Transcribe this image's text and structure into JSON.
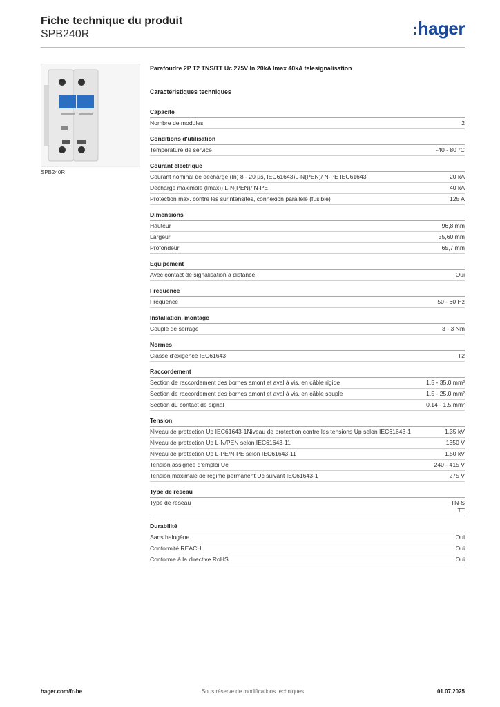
{
  "header": {
    "title": "Fiche technique du produit",
    "reference": "SPB240R",
    "logo": "hager"
  },
  "image_caption": "SPB240R",
  "product_description": "Parafoudre 2P T2 TNS/TT Uc 275V In 20kA Imax 40kA telesignalisation",
  "tech_heading": "Caractéristiques techniques",
  "sections": [
    {
      "title": "Capacité",
      "rows": [
        {
          "label": "Nombre de modules",
          "value": "2"
        }
      ]
    },
    {
      "title": "Conditions d'utilisation",
      "rows": [
        {
          "label": "Température de service",
          "value": "-40 - 80 °C"
        }
      ]
    },
    {
      "title": "Courant électrique",
      "rows": [
        {
          "label": "Courant nominal de décharge (In) 8 - 20 µs, IEC61643)L-N(PEN)/ N-PE IEC61643",
          "value": "20 kA"
        },
        {
          "label": "Décharge maximale (Imax)) L-N(PEN)/ N-PE",
          "value": "40 kA"
        },
        {
          "label": "Protection max. contre les surintensités, connexion parallèle (fusible)",
          "value": "125 A"
        }
      ]
    },
    {
      "title": "Dimensions",
      "rows": [
        {
          "label": "Hauteur",
          "value": "96,8 mm"
        },
        {
          "label": "Largeur",
          "value": "35,60 mm"
        },
        {
          "label": "Profondeur",
          "value": "65,7 mm"
        }
      ]
    },
    {
      "title": "Equipement",
      "rows": [
        {
          "label": "Avec contact de signalisation à distance",
          "value": "Oui"
        }
      ]
    },
    {
      "title": "Fréquence",
      "rows": [
        {
          "label": "Fréquence",
          "value": "50 - 60 Hz"
        }
      ]
    },
    {
      "title": "Installation, montage",
      "rows": [
        {
          "label": "Couple de serrage",
          "value": "3 - 3 Nm"
        }
      ]
    },
    {
      "title": "Normes",
      "rows": [
        {
          "label": "Classe d'exigence IEC61643",
          "value": "T2"
        }
      ]
    },
    {
      "title": "Raccordement",
      "rows": [
        {
          "label": "Section de raccordement des bornes amont et aval à vis, en câble rigide",
          "value": "1,5 - 35,0 mm²"
        },
        {
          "label": "Section de raccordement des bornes amont et aval à vis, en câble souple",
          "value": "1,5 - 25,0 mm²"
        },
        {
          "label": "Section du contact de signal",
          "value": "0,14 - 1,5 mm²"
        }
      ]
    },
    {
      "title": "Tension",
      "rows": [
        {
          "label": "Niveau de protection Up IEC61643-1Niveau de protection contre les tensions Up selon IEC61643-1",
          "value": "1,35 kV"
        },
        {
          "label": "Niveau de protection Up L-N/PEN selon IEC61643-11",
          "value": "1350 V"
        },
        {
          "label": "Niveau de protection Up L-PE/N-PE selon IEC61643-11",
          "value": "1,50 kV"
        },
        {
          "label": "Tension assignée d'emploi Ue",
          "value": "240 - 415 V"
        },
        {
          "label": "Tension maximale de régime permanent Uc suivant IEC61643-1",
          "value": "275 V"
        }
      ]
    },
    {
      "title": "Type de réseau",
      "rows": [
        {
          "label": "Type de réseau",
          "value": "TN-S\nTT"
        }
      ]
    },
    {
      "title": "Durabilité",
      "rows": [
        {
          "label": "Sans halogène",
          "value": "Oui"
        },
        {
          "label": "Conformité REACH",
          "value": "Oui"
        },
        {
          "label": "Conforme à la directive RoHS",
          "value": "Oui"
        }
      ]
    }
  ],
  "footer": {
    "website": "hager.com/fr-be",
    "disclaimer": "Sous réserve de modifications techniques",
    "date": "01.07.2025"
  }
}
